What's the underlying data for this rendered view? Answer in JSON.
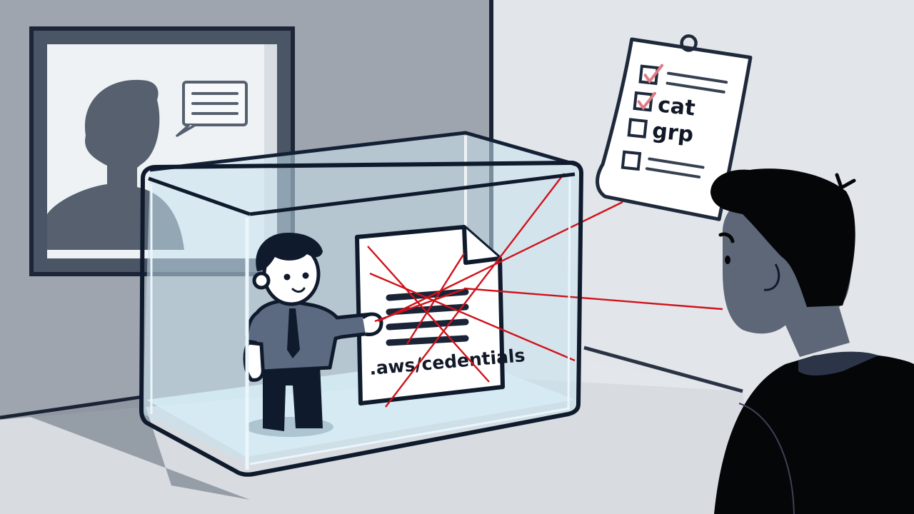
{
  "scene": {
    "description": "Illustration of a person in a glass box pointing at a credentials document, watched by an observer with a checklist",
    "colors": {
      "back_wall": "#9ea4ad",
      "right_wall": "#e2e6ea",
      "floor": "#d9dde2",
      "outline": "#0f1b2d",
      "glass": "#cfe6f0",
      "red_line": "#d0121b",
      "check_mark": "#e07b86",
      "silhouette": "#56606e",
      "observer_skin": "#5d6778",
      "shirt": "#5b6a80"
    }
  },
  "monitor": {
    "label": "video-call-screen",
    "speech_bubble_lines": 3
  },
  "document": {
    "filename": ".aws/cedentials",
    "text_lines": 4
  },
  "checklist": {
    "items": [
      {
        "label": "",
        "checked": true
      },
      {
        "label": "cat",
        "checked": true
      },
      {
        "label": "grp",
        "checked": false
      },
      {
        "label": "",
        "checked": false
      }
    ]
  }
}
